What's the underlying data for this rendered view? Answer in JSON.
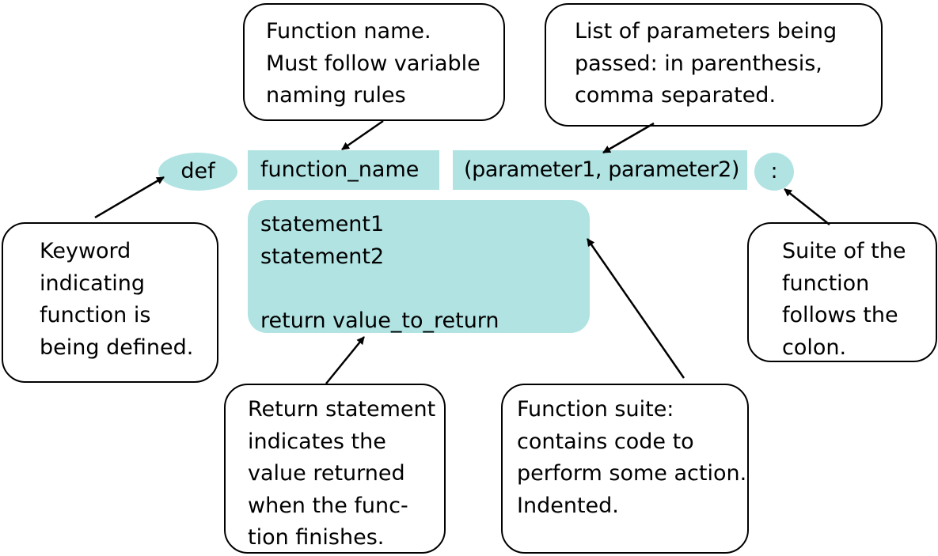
{
  "code": {
    "keyword": "def",
    "name": "function_name",
    "params": "(parameter1, parameter2)",
    "colon": ":",
    "body": [
      "statement1",
      "statement2",
      "",
      "return  value_to_return"
    ]
  },
  "callouts": {
    "function_name": [
      "Function name.",
      "Must follow variable",
      "naming rules"
    ],
    "parameters": [
      "List of parameters being",
      "passed: in parenthesis,",
      "comma separated."
    ],
    "keyword": [
      "Keyword",
      "indicating",
      "function is",
      "being defined."
    ],
    "colon": [
      "Suite of the",
      "function",
      "follows the",
      "colon."
    ],
    "return": [
      "Return statement",
      "indicates the",
      "value returned",
      "when the func-",
      "tion finishes."
    ],
    "suite": [
      "Function suite:",
      "contains code to",
      "perform some action.",
      "Indented."
    ]
  },
  "colors": {
    "highlight": "#b0e3e2",
    "line": "#000000"
  }
}
